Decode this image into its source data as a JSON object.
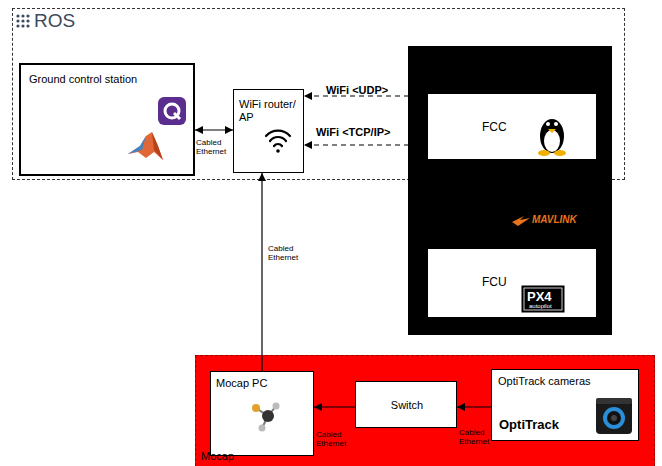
{
  "diagram": {
    "nodes": [
      {
        "text": [
          "ROS"
        ]
      },
      {
        "text": [
          "Ground control station"
        ],
        "in": 0
      },
      {
        "text": [
          "WiFi router/ AP"
        ],
        "in": 0
      },
      {
        "text": [
          "MAVLINK"
        ]
      },
      {
        "text": [
          "FCC"
        ],
        "in": 3
      },
      {
        "text": [
          "FCU"
        ],
        "in": 3
      },
      {
        "text": [
          "Mocap"
        ]
      },
      {
        "text": [
          "Mocap PC"
        ],
        "in": 6
      },
      {
        "text": [
          "Switch"
        ],
        "in": 6
      },
      {
        "text": [
          "OptiTrack cameras",
          "OptiTrack"
        ],
        "in": 6
      }
    ],
    "edges": [
      {
        "from": 1,
        "to": 2,
        "arrow": "both",
        "label": "Cabled Ethernet"
      },
      {
        "from": 4,
        "to": 2,
        "arrow": "to",
        "label": "WiFi <UDP>"
      },
      {
        "from": 4,
        "to": 2,
        "arrow": "to",
        "label": "WiFi <TCP/IP>"
      },
      {
        "from": 7,
        "to": 2,
        "arrow": "to",
        "label": "Cabled Ethernet"
      },
      {
        "from": 8,
        "to": 7,
        "arrow": "to",
        "label": "Cabled Ethernet"
      },
      {
        "from": 9,
        "to": 8,
        "arrow": "to",
        "label": "Cabled Ethernet"
      }
    ],
    "labels": [
      "PX4",
      "autopilot"
    ]
  }
}
